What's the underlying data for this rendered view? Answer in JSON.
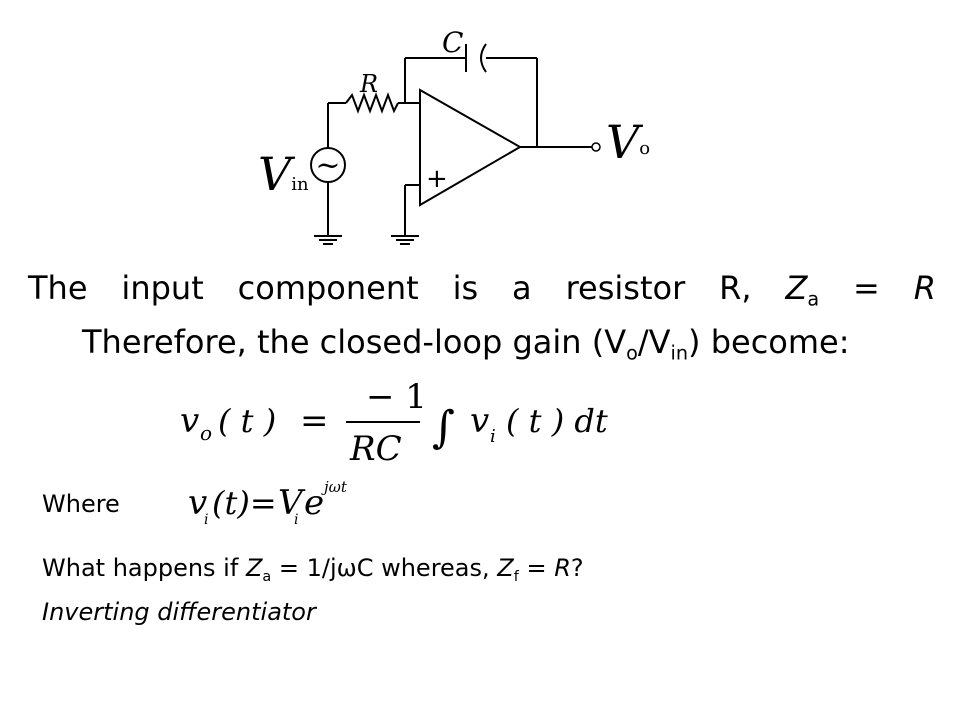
{
  "circuit": {
    "label_c": "C",
    "label_r": "R",
    "label_vin_main": "V",
    "label_vin_sub": "in",
    "label_vo_main": "V",
    "label_vo_sub": "o",
    "label_plus": "+",
    "source_symbol": "~"
  },
  "text": {
    "l1_w1": "The",
    "l1_w2": "input",
    "l1_w3": "component",
    "l1_w4": "is",
    "l1_w5": "a",
    "l1_w6": "resistor",
    "l1_w7": "R,",
    "l1_z": "Z",
    "l1_z_sub": "a",
    "l1_eq": "=",
    "l1_r": "R",
    "l2_pre": "Therefore, the closed-loop gain (V",
    "l2_sub1": "o",
    "l2_mid": "/V",
    "l2_sub2": "in",
    "l2_post": ") become:"
  },
  "equation": {
    "lhs_v": "v",
    "lhs_sub": "o",
    "lhs_t": "( t )",
    "equals": "=",
    "numerator": "− 1",
    "denominator": "RC",
    "integral": "∫",
    "rhs_v": "v",
    "rhs_sub": "i",
    "rhs_t": "( t ) dt"
  },
  "where": {
    "label": "Where",
    "v": "v",
    "v_sub": "i",
    "t": "(t)=",
    "V": "V",
    "V_sub": "i",
    "e": "e",
    "e_sup": "jωt"
  },
  "question": {
    "pre": "What happens if ",
    "za": "Z",
    "za_sub": "a",
    "mid": " = 1/jωC whereas, ",
    "zf": "Z",
    "zf_sub": "f",
    "post_eq": " = ",
    "r": "R",
    "qmark": "?"
  },
  "answer": {
    "text": "Inverting differentiator"
  }
}
